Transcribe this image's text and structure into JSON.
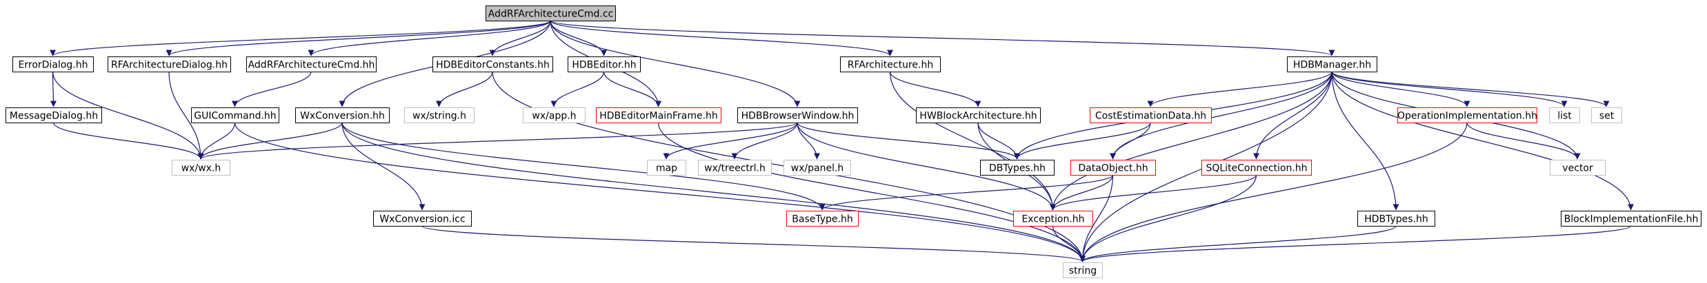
{
  "diagram": {
    "type": "include-dependency-graph",
    "colors": {
      "root_fill": "#bfbfbf",
      "root_border": "#000000",
      "node_border": "#000000",
      "red_border": "#ff0000",
      "gray_border": "#bfbfbf",
      "edge": "#191970"
    },
    "nodes": [
      {
        "id": "root",
        "label": "AddRFArchitectureCmd.cc",
        "style": "root"
      },
      {
        "id": "errdlg",
        "label": "ErrorDialog.hh",
        "style": "normal"
      },
      {
        "id": "rfadlg",
        "label": "RFArchitectureDialog.hh",
        "style": "normal"
      },
      {
        "id": "addcmd",
        "label": "AddRFArchitectureCmd.hh",
        "style": "normal"
      },
      {
        "id": "hdbec",
        "label": "HDBEditorConstants.hh",
        "style": "normal"
      },
      {
        "id": "hdbe",
        "label": "HDBEditor.hh",
        "style": "normal"
      },
      {
        "id": "rfa",
        "label": "RFArchitecture.hh",
        "style": "normal"
      },
      {
        "id": "hdbm",
        "label": "HDBManager.hh",
        "style": "normal"
      },
      {
        "id": "msgdlg",
        "label": "MessageDialog.hh",
        "style": "normal"
      },
      {
        "id": "guicmd",
        "label": "GUICommand.hh",
        "style": "normal"
      },
      {
        "id": "wxconv",
        "label": "WxConversion.hh",
        "style": "normal"
      },
      {
        "id": "wxstring",
        "label": "wx/string.h",
        "style": "gray"
      },
      {
        "id": "wxapp",
        "label": "wx/app.h",
        "style": "gray"
      },
      {
        "id": "hdbemf",
        "label": "HDBEditorMainFrame.hh",
        "style": "red"
      },
      {
        "id": "hdbbw",
        "label": "HDBBrowserWindow.hh",
        "style": "normal"
      },
      {
        "id": "hwba",
        "label": "HWBlockArchitecture.hh",
        "style": "normal"
      },
      {
        "id": "ced",
        "label": "CostEstimationData.hh",
        "style": "red"
      },
      {
        "id": "opimpl",
        "label": "OperationImplementation.hh",
        "style": "red"
      },
      {
        "id": "list",
        "label": "list",
        "style": "gray"
      },
      {
        "id": "set",
        "label": "set",
        "style": "gray"
      },
      {
        "id": "wxwx",
        "label": "wx/wx.h",
        "style": "gray"
      },
      {
        "id": "map",
        "label": "map",
        "style": "gray"
      },
      {
        "id": "treectrl",
        "label": "wx/treectrl.h",
        "style": "gray"
      },
      {
        "id": "panel",
        "label": "wx/panel.h",
        "style": "gray"
      },
      {
        "id": "dbtypes",
        "label": "DBTypes.hh",
        "style": "normal"
      },
      {
        "id": "dataobj",
        "label": "DataObject.hh",
        "style": "red"
      },
      {
        "id": "sqlite",
        "label": "SQLiteConnection.hh",
        "style": "red"
      },
      {
        "id": "vector",
        "label": "vector",
        "style": "gray"
      },
      {
        "id": "wxconvicc",
        "label": "WxConversion.icc",
        "style": "normal"
      },
      {
        "id": "basetype",
        "label": "BaseType.hh",
        "style": "red"
      },
      {
        "id": "exception",
        "label": "Exception.hh",
        "style": "red"
      },
      {
        "id": "hdbtypes",
        "label": "HDBTypes.hh",
        "style": "normal"
      },
      {
        "id": "blockimpl",
        "label": "BlockImplementationFile.hh",
        "style": "normal"
      },
      {
        "id": "string",
        "label": "string",
        "style": "gray"
      }
    ],
    "edges": [
      [
        "root",
        "errdlg"
      ],
      [
        "root",
        "rfadlg"
      ],
      [
        "root",
        "addcmd"
      ],
      [
        "root",
        "hdbec"
      ],
      [
        "root",
        "hdbe"
      ],
      [
        "root",
        "rfa"
      ],
      [
        "root",
        "hdbm"
      ],
      [
        "root",
        "wxconv"
      ],
      [
        "root",
        "hdbemf"
      ],
      [
        "root",
        "hdbbw"
      ],
      [
        "errdlg",
        "msgdlg"
      ],
      [
        "errdlg",
        "wxwx"
      ],
      [
        "rfadlg",
        "wxwx"
      ],
      [
        "addcmd",
        "guicmd"
      ],
      [
        "msgdlg",
        "wxwx"
      ],
      [
        "guicmd",
        "wxwx"
      ],
      [
        "guicmd",
        "string"
      ],
      [
        "wxconv",
        "wxwx"
      ],
      [
        "wxconv",
        "wxconvicc"
      ],
      [
        "wxconv",
        "string"
      ],
      [
        "wxconv",
        "basetype"
      ],
      [
        "hdbec",
        "wxstring"
      ],
      [
        "hdbec",
        "string"
      ],
      [
        "hdbe",
        "wxapp"
      ],
      [
        "hdbe",
        "hdbemf"
      ],
      [
        "hdbemf",
        "string"
      ],
      [
        "hdbbw",
        "wxwx"
      ],
      [
        "hdbbw",
        "map"
      ],
      [
        "hdbbw",
        "treectrl"
      ],
      [
        "hdbbw",
        "panel"
      ],
      [
        "hdbbw",
        "dbtypes"
      ],
      [
        "hdbbw",
        "exception"
      ],
      [
        "rfa",
        "hwba"
      ],
      [
        "rfa",
        "exception"
      ],
      [
        "hwba",
        "dbtypes"
      ],
      [
        "hwba",
        "exception"
      ],
      [
        "hdbm",
        "dbtypes"
      ],
      [
        "hdbm",
        "ced"
      ],
      [
        "hdbm",
        "dataobj"
      ],
      [
        "hdbm",
        "sqlite"
      ],
      [
        "hdbm",
        "exception"
      ],
      [
        "hdbm",
        "opimpl"
      ],
      [
        "hdbm",
        "list"
      ],
      [
        "hdbm",
        "set"
      ],
      [
        "hdbm",
        "vector"
      ],
      [
        "hdbm",
        "hdbtypes"
      ],
      [
        "hdbm",
        "blockimpl"
      ],
      [
        "hdbm",
        "string"
      ],
      [
        "ced",
        "dbtypes"
      ],
      [
        "ced",
        "dataobj"
      ],
      [
        "dataobj",
        "basetype"
      ],
      [
        "dataobj",
        "exception"
      ],
      [
        "dataobj",
        "string"
      ],
      [
        "sqlite",
        "exception"
      ],
      [
        "sqlite",
        "string"
      ],
      [
        "opimpl",
        "vector"
      ],
      [
        "opimpl",
        "string"
      ],
      [
        "wxconvicc",
        "string"
      ],
      [
        "exception",
        "string"
      ],
      [
        "hdbtypes",
        "string"
      ],
      [
        "blockimpl",
        "string"
      ]
    ]
  }
}
